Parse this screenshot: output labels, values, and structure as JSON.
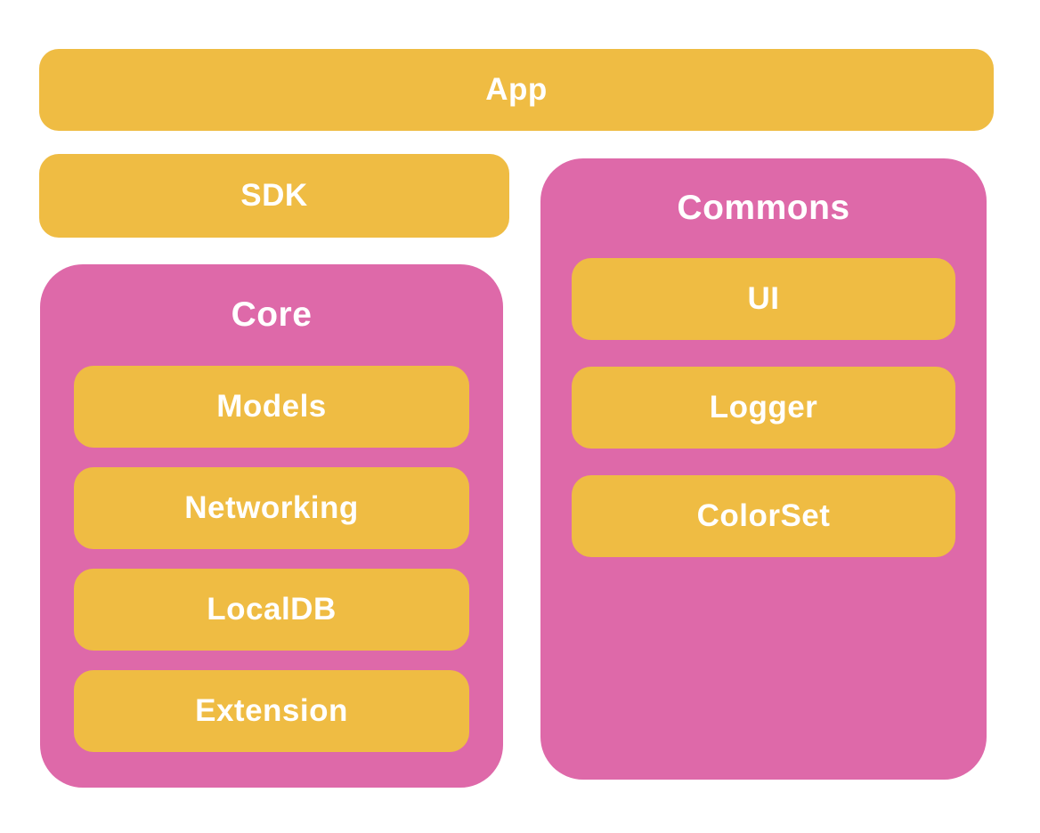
{
  "diagram": {
    "type": "architecture-block-diagram",
    "nodes": {
      "app": {
        "label": "App"
      },
      "sdk": {
        "label": "SDK"
      },
      "core": {
        "title": "Core",
        "children": [
          {
            "label": "Models"
          },
          {
            "label": "Networking"
          },
          {
            "label": "LocalDB"
          },
          {
            "label": "Extension"
          }
        ]
      },
      "commons": {
        "title": "Commons",
        "children": [
          {
            "label": "UI"
          },
          {
            "label": "Logger"
          },
          {
            "label": "ColorSet"
          }
        ]
      }
    },
    "colors": {
      "yellow": "#EFBC43",
      "pink": "#DE69A9",
      "text": "#FFFFFF",
      "background": "#FFFFFF"
    }
  }
}
